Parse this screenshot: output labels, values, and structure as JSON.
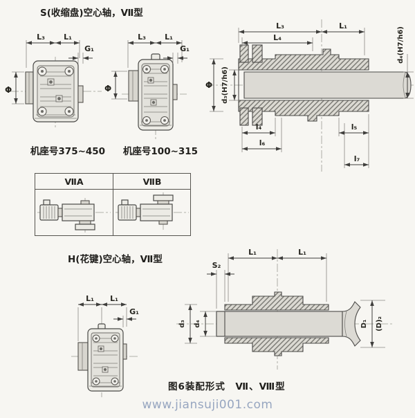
{
  "page": {
    "background": "#f7f6f2",
    "watermark": "www.jiansuji001.com"
  },
  "titles": {
    "s_type": "S(收缩盘)空心轴，Ⅶ型",
    "h_type": "H(花键)空心轴，Ⅶ型",
    "caption": "图6装配形式　Ⅶ、Ⅷ型"
  },
  "front_views": {
    "large_frames_label": "机座号375~450",
    "small_frames_label": "机座号100~315"
  },
  "variant_table": {
    "headers": [
      "ⅦA",
      "ⅦB"
    ]
  },
  "dims": {
    "L1": "L₁",
    "L3": "L₃",
    "L4": "L₄",
    "G1": "G₁",
    "phi": "Φ",
    "d3_fit": "d₃(H7/h6)",
    "d4_fit": "d₄(H7/h6)",
    "l4": "l₄",
    "l5": "l₅",
    "l6": "l₆",
    "l7": "l₇",
    "S2": "S₂",
    "d3": "d₃",
    "d4": "d₄",
    "D1": "D₁",
    "D2": "(D)₂"
  }
}
